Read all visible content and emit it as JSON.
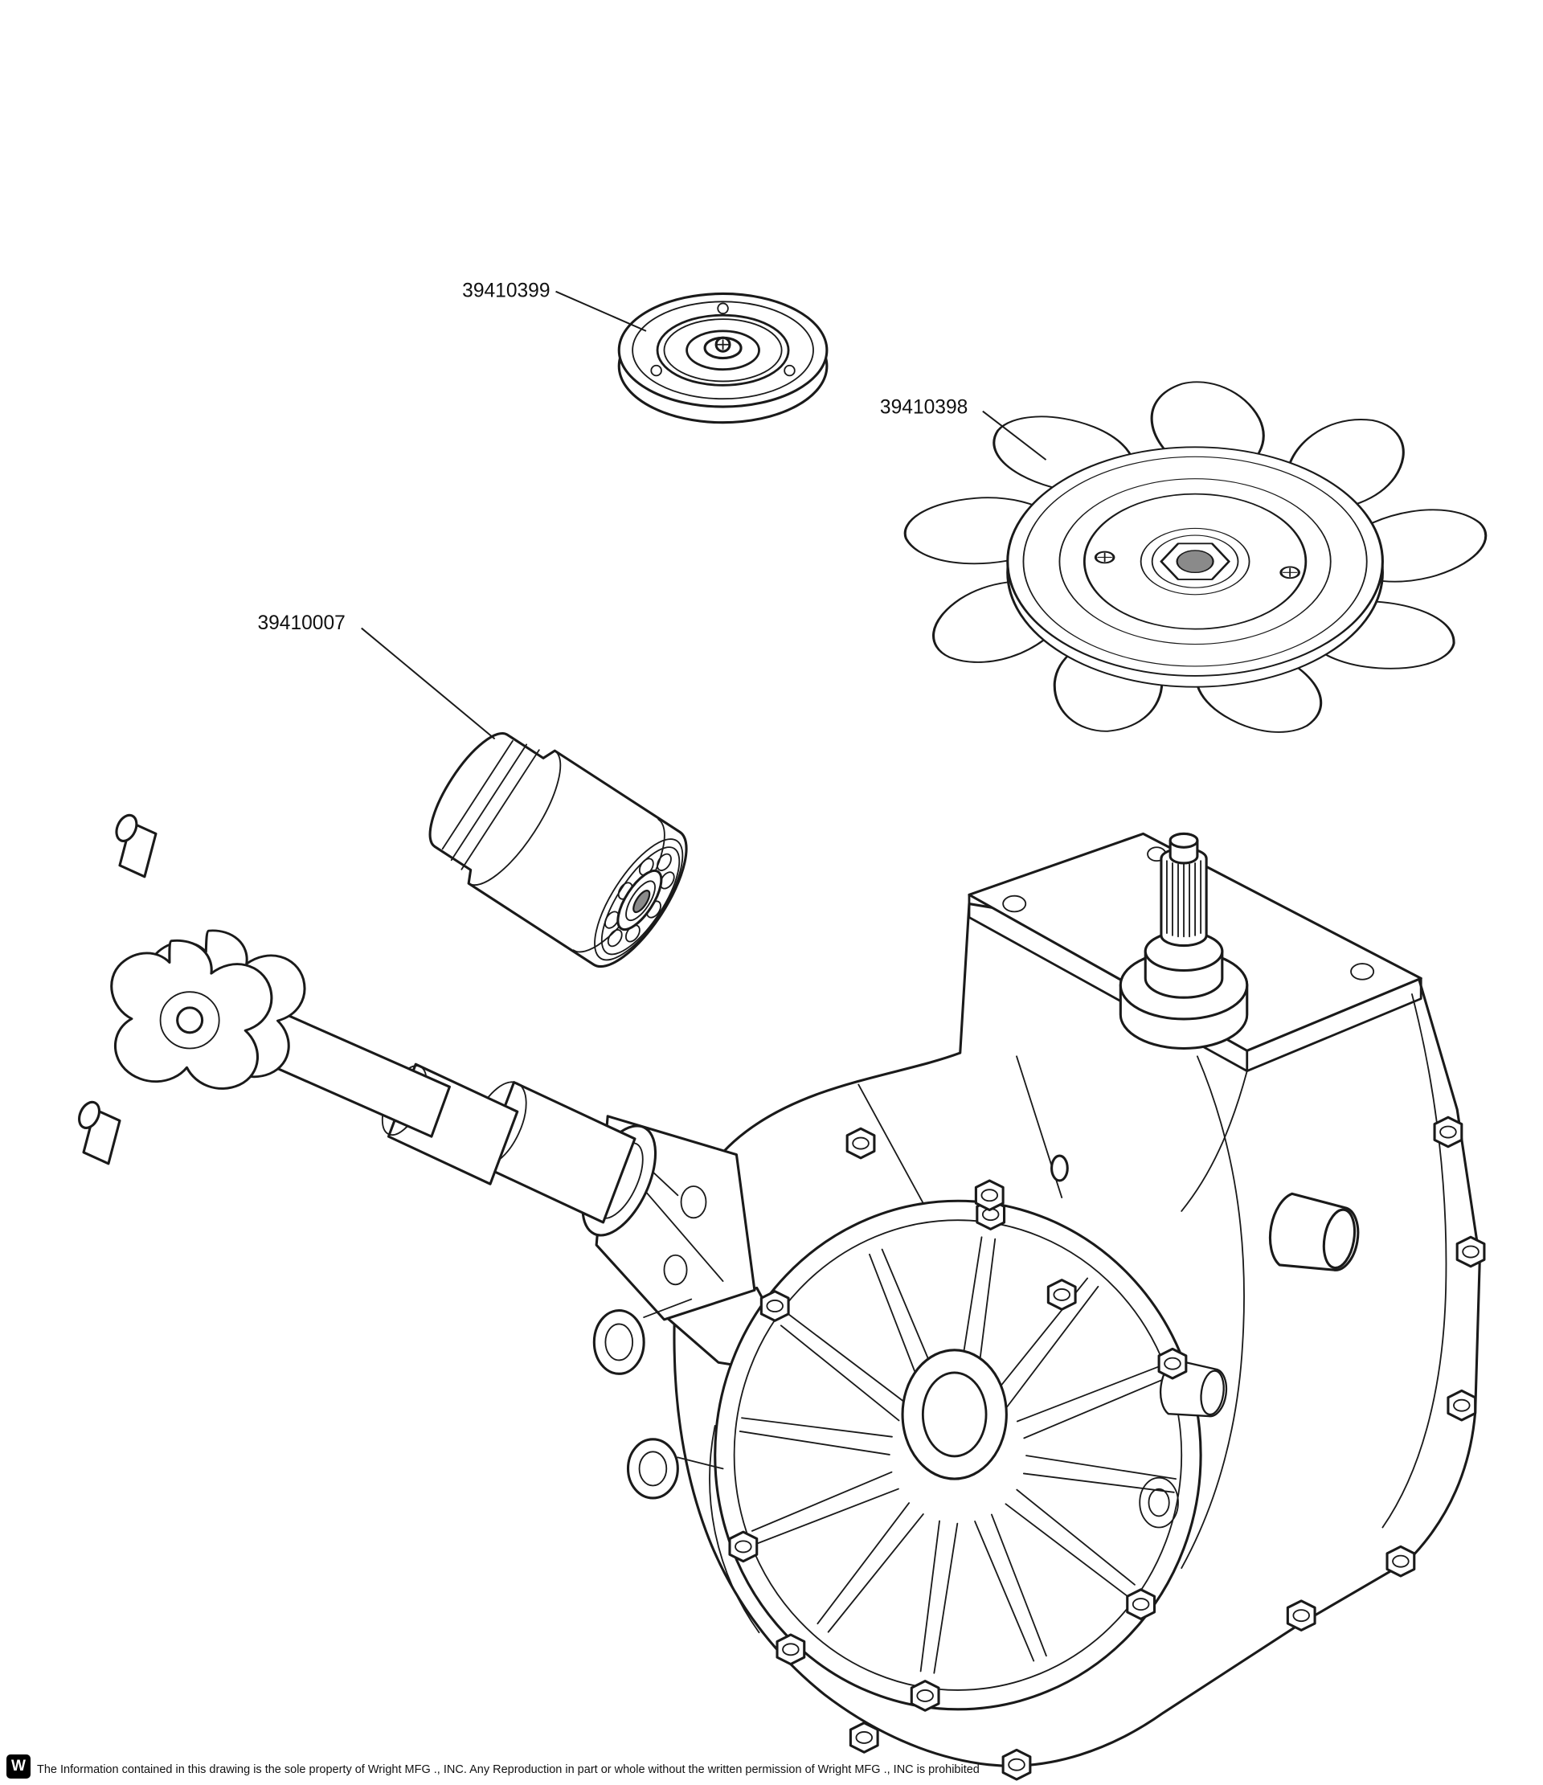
{
  "diagram": {
    "labels": [
      {
        "part_number": "39410399"
      },
      {
        "part_number": "39410398"
      },
      {
        "part_number": "39410007"
      }
    ]
  },
  "footer": {
    "logo_glyph": "W",
    "disclaimer": "The Information contained in this drawing is the sole property of Wright MFG ., INC. Any Reproduction in part or whole without the written permission of Wright MFG ., INC is prohibited"
  }
}
